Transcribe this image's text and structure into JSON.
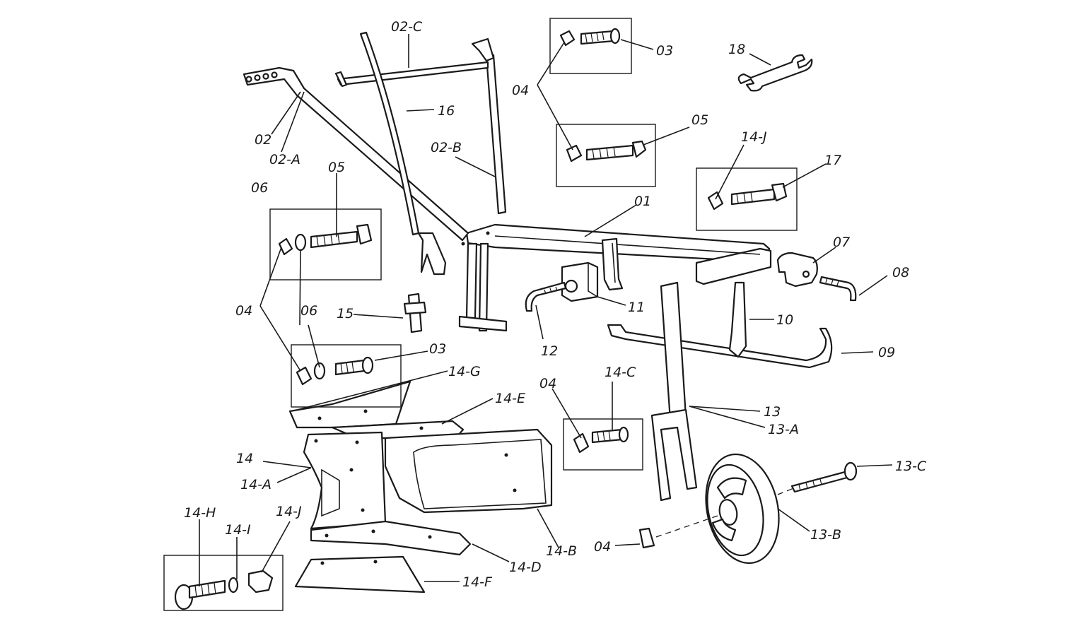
{
  "labels": {
    "l_02C": "02-C",
    "l_03a": "03",
    "l_18": "18",
    "l_04a": "04",
    "l_16": "16",
    "l_02": "02",
    "l_02A": "02-A",
    "l_02B": "02-B",
    "l_05a": "05",
    "l_14J_top": "14-J",
    "l_17": "17",
    "l_05b": "05",
    "l_06a": "06",
    "l_01": "01",
    "l_07": "07",
    "l_08": "08",
    "l_04b": "04",
    "l_06b": "06",
    "l_15": "15",
    "l_11": "11",
    "l_10": "10",
    "l_12": "12",
    "l_03b": "03",
    "l_09": "09",
    "l_14G": "14-G",
    "l_14E": "14-E",
    "l_04c": "04",
    "l_14C": "14-C",
    "l_13": "13",
    "l_13A": "13-A",
    "l_14": "14",
    "l_14A": "14-A",
    "l_13C": "13-C",
    "l_14H": "14-H",
    "l_14I": "14-I",
    "l_14J_bot": "14-J",
    "l_13B": "13-B",
    "l_04d": "04",
    "l_14D": "14-D",
    "l_14B": "14-B",
    "l_14F": "14-F"
  }
}
